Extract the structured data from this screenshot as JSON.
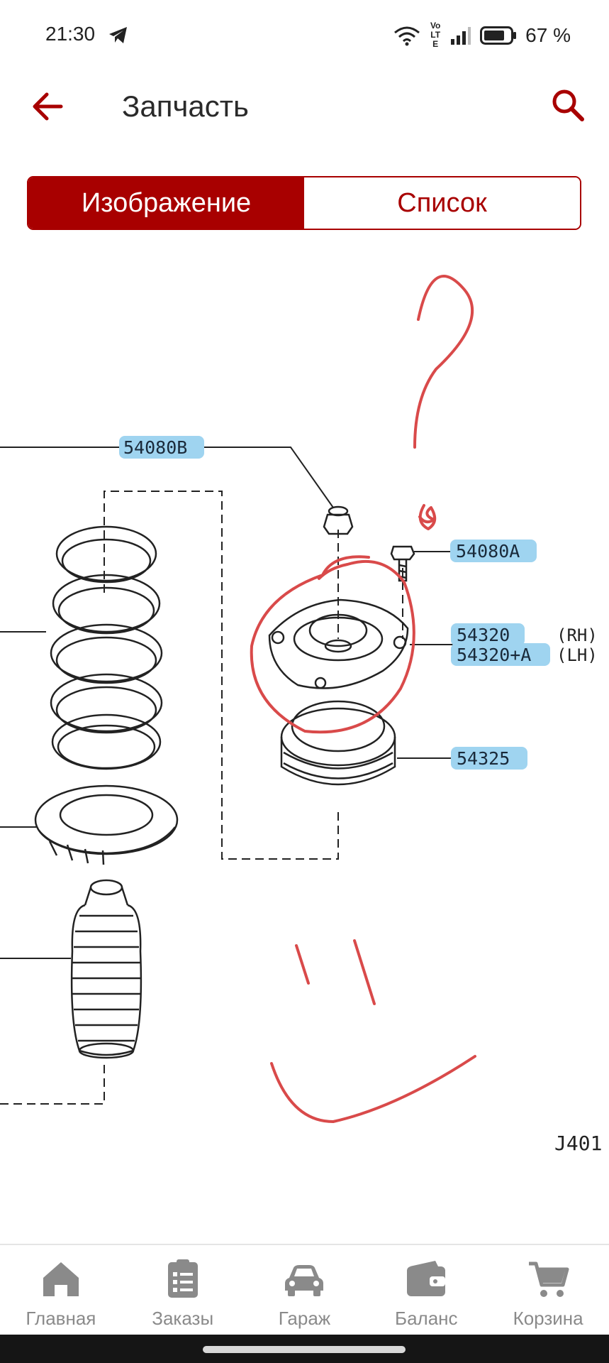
{
  "status_bar": {
    "time": "21:30",
    "network_label": "Vo LTE",
    "battery": "67 %"
  },
  "app_bar": {
    "title": "Запчасть"
  },
  "segmented": {
    "image_label": "Изображение",
    "list_label": "Список"
  },
  "diagram": {
    "callouts": [
      "54080B",
      "54080A",
      "54320",
      "54320+A",
      "54325"
    ],
    "side_labels": [
      "(RH)",
      "(LH)"
    ],
    "corner_code": "J401"
  },
  "nav": {
    "items": [
      {
        "label": "Главная",
        "icon": "home-icon"
      },
      {
        "label": "Заказы",
        "icon": "orders-icon"
      },
      {
        "label": "Гараж",
        "icon": "car-icon"
      },
      {
        "label": "Баланс",
        "icon": "wallet-icon"
      },
      {
        "label": "Корзина",
        "icon": "cart-icon"
      }
    ]
  },
  "colors": {
    "accent": "#a80000",
    "annotation": "#d94a4a",
    "callout_highlight": "#9fd4f0",
    "nav_gray": "#8a8a8a"
  }
}
